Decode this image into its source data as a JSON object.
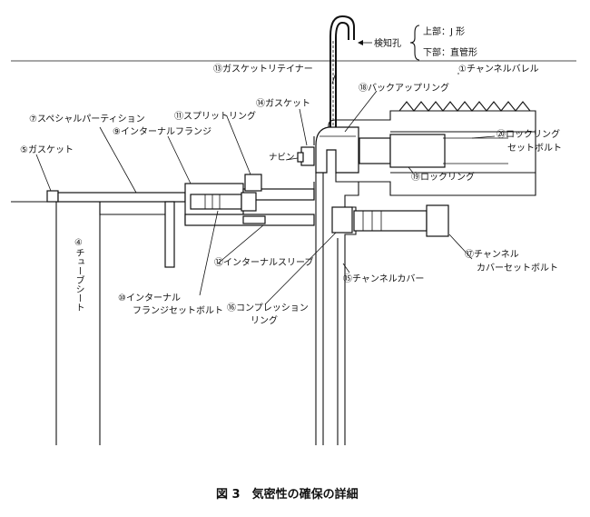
{
  "inspection": {
    "hole": "検知孔",
    "upper": "上部：J 形",
    "lower": "下部：直管形"
  },
  "labels": {
    "l1": "①チャンネルバレル",
    "l4": "④チューブシート",
    "l5": "⑤ガスケット",
    "l7": "⑦スペシャルパーティション",
    "l9": "⑨インターナルフランジ",
    "l10a": "⑩インターナル",
    "l10b": "フランジセットボルト",
    "l11": "⑪スプリットリング",
    "l12": "⑫インターナルスリーブ",
    "l13": "⑬ガスケットリテイナー",
    "l14": "⑭ガスケット",
    "l15": "⑮チャンネルカバー",
    "l16": "⑯コンプレッション",
    "l16b": "リング",
    "l17a": "⑰チャンネル",
    "l17b": "カバーセットボルト",
    "l18": "⑱バックアップリング",
    "l19": "⑲ロックリング",
    "l20a": "⑳ロックリング",
    "l20b": "セットボルト",
    "nabin": "ナビン"
  },
  "caption": "図 3　気密性の確保の詳細"
}
